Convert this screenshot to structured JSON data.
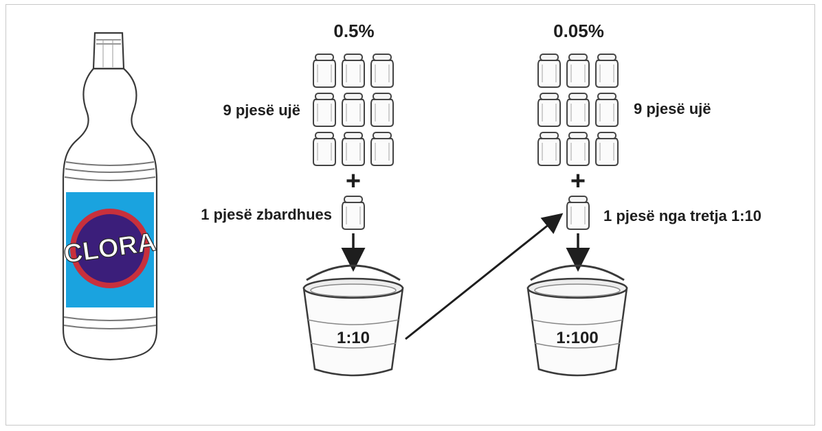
{
  "bottle": {
    "brand": "CLORA",
    "colors": {
      "label": "#1aa3df",
      "ring": "#c8303c",
      "center": "#3b1e7a"
    }
  },
  "step1": {
    "concentration": "0.5%",
    "water_label": "9 pjesë ujë",
    "bleach_label": "1 pjesë zbardhues",
    "plus": "+",
    "bucket_ratio": "1:10",
    "water_parts": 9
  },
  "step2": {
    "concentration": "0.05%",
    "water_label": "9 pjesë ujë",
    "solution_label": "1 pjesë nga tretja 1:10",
    "plus": "+",
    "bucket_ratio": "1:100",
    "water_parts": 9
  }
}
